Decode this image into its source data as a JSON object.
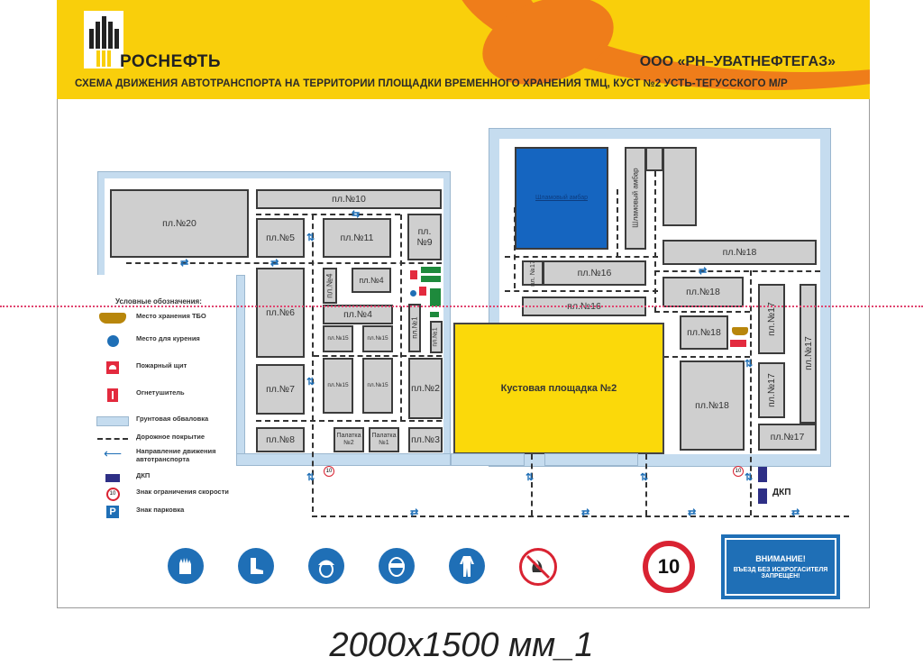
{
  "header": {
    "brand": "РОСНЕФТЬ",
    "company": "ООО «РН–УВАТНЕФТЕГАЗ»",
    "title": "СХЕМА ДВИЖЕНИЯ АВТОТРАНСПОРТА НА ТЕРРИТОРИИ ПЛОЩАДКИ ВРЕМЕННОГО ХРАНЕНИЯ ТМЦ, КУСТ №2 УСТЬ-ТЕГУССКОГО М/Р",
    "colors": {
      "yellow": "#f9cf0b",
      "orange": "#ef7d1a",
      "crimson": "#d8234a"
    }
  },
  "plots": {
    "p20": "пл.№20",
    "p10": "пл.№10",
    "p5": "пл.№5",
    "p11": "пл.№11",
    "p9": "пл.\n№9",
    "p4_vert": "пл.№4",
    "p4_small": "пл.№4",
    "p4_wide": "пл.№4",
    "p6": "пл.№6",
    "p15_a": "пл.№15",
    "p15_b": "пл.№15",
    "p15_c": "пл.№15",
    "p15_d": "пл.№15",
    "p1_a": "пл.№1",
    "p1_b": "пл.№1",
    "p7": "пл.№7",
    "p2": "пл.№2",
    "p8": "пл.№8",
    "tent2": "Палатка\n№2",
    "tent1": "Палатка\n№1",
    "p3": "пл.№3",
    "sludge_pit": "Шламовый амбар",
    "sludge_store": "Шламовый амбар",
    "p16_a": "пл.№16",
    "p16_b": "пл.№16",
    "p17_small": "пл.\n№17",
    "p18_a": "пл.№18",
    "p18_b": "пл.№18",
    "p18_c": "пл.№18",
    "p18_d": "пл.№18",
    "p17_v1": "пл.№17",
    "p17_v2": "пл.№17",
    "p17_long": "пл.№17",
    "p17_bottom": "пл.№17",
    "cluster_pad": "Кустовая площадка №2",
    "dkp_label": "ДКП",
    "speed_small_1": "10",
    "speed_small_2": "10"
  },
  "legend": {
    "title": "Условные обозначения:",
    "items": [
      {
        "icon": "waste-container-icon",
        "label": "Место хранения ТБО"
      },
      {
        "icon": "smoking-area-icon",
        "label": "Место для курения"
      },
      {
        "icon": "fire-board-icon",
        "label": "Пожарный щит"
      },
      {
        "icon": "fire-extinguisher-icon",
        "label": "Огнетушитель"
      },
      {
        "icon": "earth-berm-icon",
        "label": "Грунтовая обваловка"
      },
      {
        "icon": "road-surface-icon",
        "label": "Дорожное покрытие"
      },
      {
        "icon": "traffic-direction-icon",
        "label": "Направление движения автотранспорта"
      },
      {
        "icon": "dkp-icon",
        "label": "ДКП"
      },
      {
        "icon": "speed-limit-icon",
        "label": "Знак ограничения скорости",
        "value": "10"
      },
      {
        "icon": "parking-sign-icon",
        "label": "Знак парковка",
        "value": "P"
      }
    ]
  },
  "safety_signs": [
    {
      "icon": "gloves-required-icon"
    },
    {
      "icon": "safety-boots-required-icon"
    },
    {
      "icon": "hard-hat-required-icon"
    },
    {
      "icon": "goggles-required-icon"
    },
    {
      "icon": "coverall-required-icon"
    },
    {
      "icon": "no-open-flame-icon"
    }
  ],
  "speed_sign": {
    "value": "10"
  },
  "warning": {
    "line1": "ВНИМАНИЕ!",
    "line2": "ВЪЕЗД БЕЗ ИСКРОГАСИТЕЛЯ",
    "line3": "ЗАПРЕЩЕН!"
  },
  "caption": "2000x1500 мм_1"
}
